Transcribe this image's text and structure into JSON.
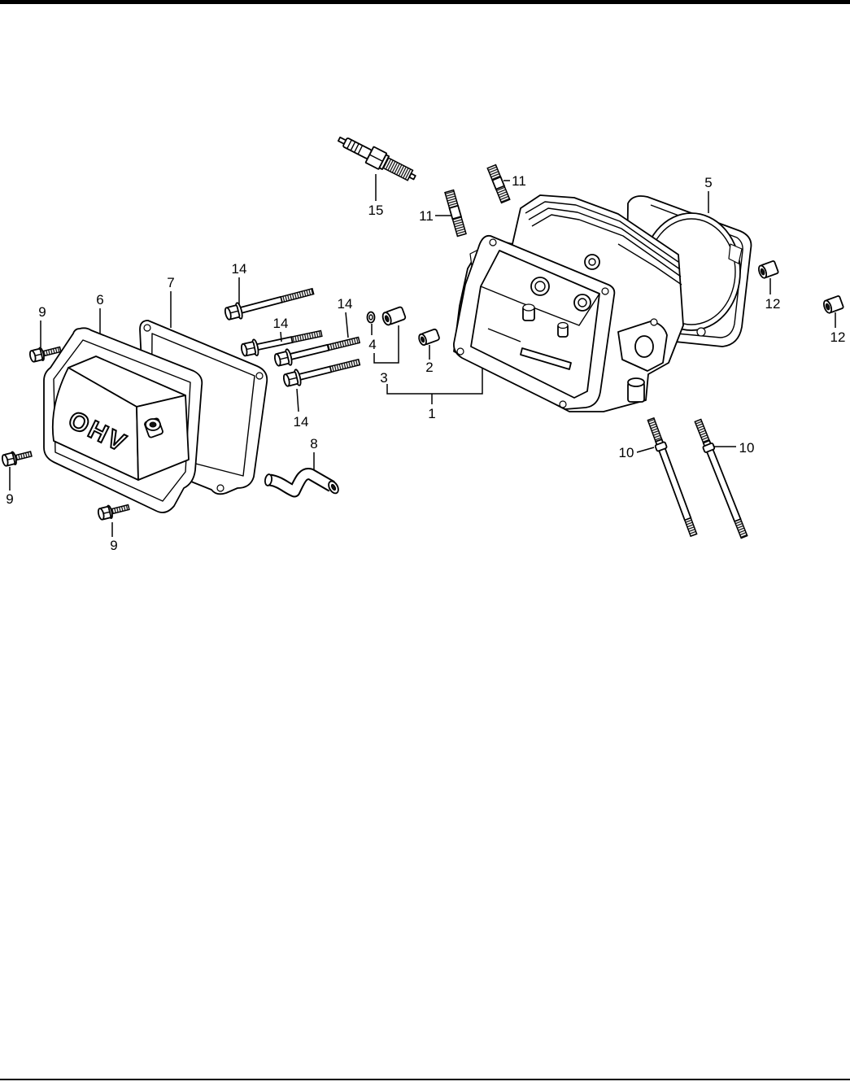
{
  "diagram": {
    "cover_lettering": "OHV",
    "callouts": {
      "spark_plug": "15",
      "stud_upper": "11",
      "stud_lower": "11",
      "head_gasket": "5",
      "collar_right_a": "12",
      "collar_right_b": "12",
      "bolt_long_top": "14",
      "cover_gasket": "7",
      "cover": "6",
      "bolt_cover_top": "9",
      "bolt_long_mid": "14",
      "bolt_long_right": "14",
      "washer": "4",
      "collar_set": "3",
      "dowel": "2",
      "cylinder_head_assy": "1",
      "bolt_long_bottom": "14",
      "breather_tube": "8",
      "stud_bolt_left": "10",
      "stud_bolt_right": "10",
      "bolt_cover_left": "9",
      "bolt_cover_bottom": "9"
    }
  }
}
